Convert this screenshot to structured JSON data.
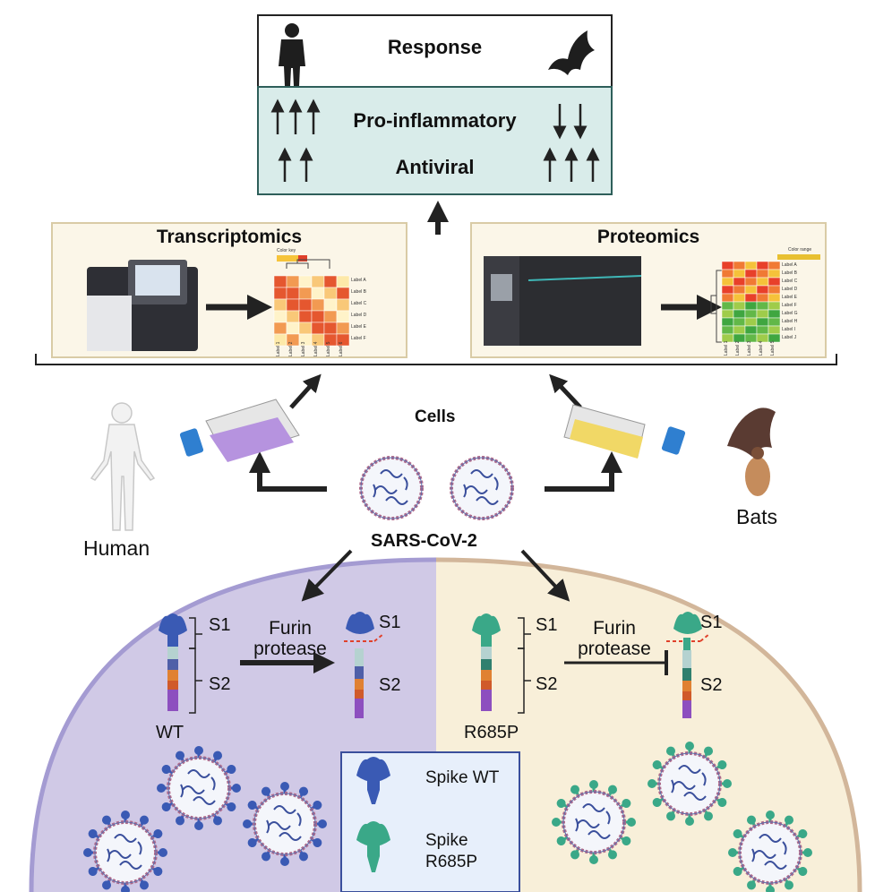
{
  "response": {
    "title": "Response",
    "rows": [
      {
        "label": "Pro-inflammatory",
        "human_arrows": "up-3",
        "bat_arrows": "down-2"
      },
      {
        "label": "Antiviral",
        "human_arrows": "up-2",
        "bat_arrows": "up-3"
      }
    ]
  },
  "panels": {
    "transcriptomics": {
      "title": "Transcriptomics",
      "color_key_label": "Color key",
      "row_labels": [
        "Label A",
        "Label B",
        "Label C",
        "Label D",
        "Label E",
        "Label F"
      ],
      "col_labels": [
        "Label 1",
        "Label 2",
        "Label 3",
        "Label 4",
        "Label 5",
        "Label 6"
      ]
    },
    "proteomics": {
      "title": "Proteomics",
      "color_range_label": "Color range",
      "row_labels": [
        "Label A",
        "Label B",
        "Label C",
        "Label D",
        "Label E",
        "Label F",
        "Label G",
        "Label H",
        "Label I",
        "Label J"
      ],
      "col_labels": [
        "Label 1",
        "Label 2",
        "Label 3",
        "Label 4",
        "Label 5"
      ]
    }
  },
  "cells_label": "Cells",
  "human_label": "Human",
  "bats_label": "Bats",
  "virus_label": "SARS-CoV-2",
  "mechanism": {
    "s1": "S1",
    "s2": "S2",
    "furin_line1": "Furin",
    "furin_line2": "protease",
    "wt_label": "WT",
    "mutant_label": "R685P"
  },
  "legend": {
    "wt": "Spike WT",
    "mutant_line1": "Spike",
    "mutant_line2": "R685P"
  },
  "colors": {
    "response_fill": "#d9ecea",
    "panel_fill": "#fbf6e8",
    "human_cell": "#d0c9e6",
    "bat_cell": "#f8efd9",
    "spike_wt": "#3a5ab4",
    "spike_mutant": "#3aa888"
  }
}
